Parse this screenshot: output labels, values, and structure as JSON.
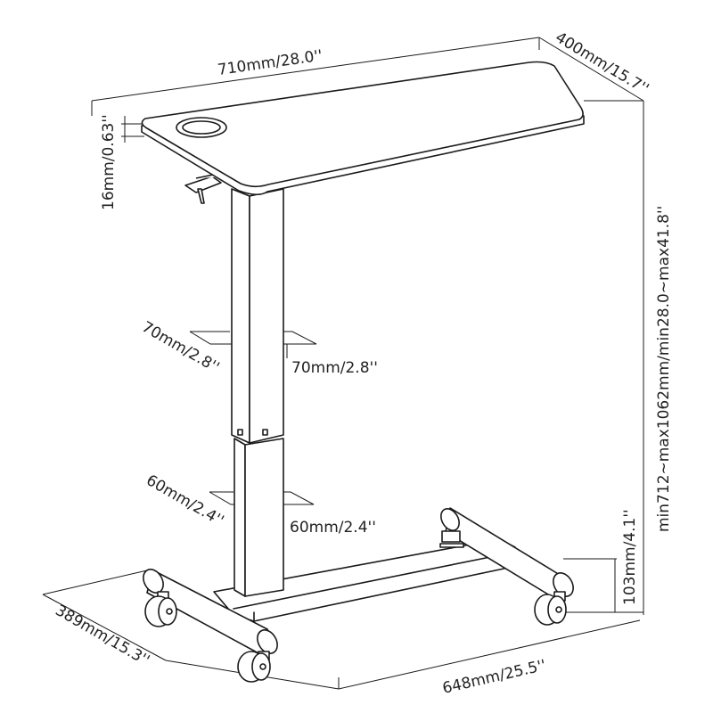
{
  "dimensions": {
    "top_width": "710mm/28.0''",
    "top_depth": "400mm/15.7''",
    "top_thickness": "16mm/0.63''",
    "height_range": "min712~max1062mm/min28.0~max41.8''",
    "outer_column_side_a": "70mm/2.8''",
    "outer_column_side_b": "70mm/2.8''",
    "inner_column_side_a": "60mm/2.4''",
    "inner_column_side_b": "60mm/2.4''",
    "caster_height": "103mm/4.1''",
    "base_depth": "389mm/15.3''",
    "base_width": "648mm/25.5''"
  }
}
